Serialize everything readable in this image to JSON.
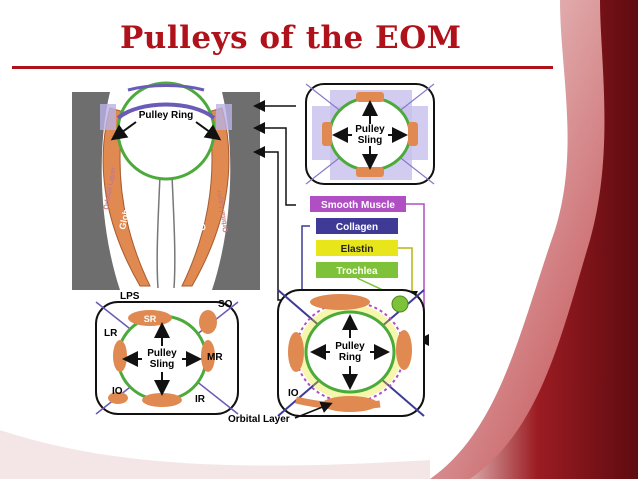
{
  "slide": {
    "title": "Pulleys of the EOM",
    "colors": {
      "title": "#b0121b",
      "smooth_muscle": "#b04fc4",
      "collagen": "#3e3a96",
      "elastin": "#e8e61a",
      "trochlea": "#7ec23a",
      "muscle": "#e08a52"
    }
  },
  "diagram": {
    "top_left": {
      "ring_label": "Pulley Ring",
      "layer_left": "Global Layer",
      "layer_right": "Global Layer",
      "orbital_left": "Orbital Layer",
      "orbital_right": "Orbital Layer"
    },
    "top_right": {
      "label_line1": "Pulley",
      "label_line2": "Sling"
    },
    "legend": [
      {
        "label": "Smooth Muscle",
        "color": "#b04fc4",
        "text_color": "#ffffff"
      },
      {
        "label": "Collagen",
        "color": "#3e3a96",
        "text_color": "#ffffff"
      },
      {
        "label": "Elastin",
        "color": "#e8e61a",
        "text_color": "#222222"
      },
      {
        "label": "Trochlea",
        "color": "#7ec23a",
        "text_color": "#ffffff"
      }
    ],
    "bottom_left": {
      "label_line1": "Pulley",
      "label_line2": "Sling",
      "lps": "LPS",
      "so": "SO",
      "sr": "SR",
      "lr": "LR",
      "mr": "MR",
      "io": "IO",
      "ir": "IR"
    },
    "bottom_right": {
      "label_line1": "Pulley",
      "label_line2": "Ring",
      "io": "IO",
      "orbital_layer": "Orbital Layer"
    }
  }
}
